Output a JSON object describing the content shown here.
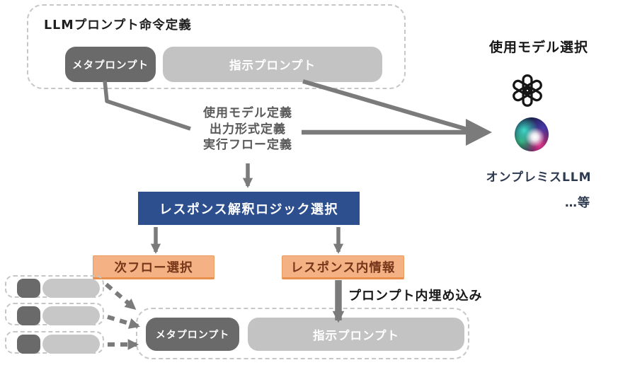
{
  "diagram": {
    "top_group": {
      "title": "LLMプロンプト命令定義",
      "meta_prompt_label": "メタプロンプト",
      "instruction_prompt_label": "指示プロンプト"
    },
    "model_selection": {
      "title": "使用モデル選択",
      "openai_icon": "openai-logo",
      "siri_icon": "siri-logo",
      "on_premise_label": "オンプレミスLLM",
      "etc_label": "…等"
    },
    "definitions": {
      "line1": "使用モデル定義",
      "line2": "出力形式定義",
      "line3": "実行フロー定義"
    },
    "response_logic_label": "レスポンス解釈ロジック選択",
    "next_flow_label": "次フロー選択",
    "response_info_label": "レスポンス内情報",
    "embed_label": "プロンプト内埋め込み",
    "bottom_group": {
      "meta_prompt_label": "メタプロンプト",
      "instruction_prompt_label": "指示プロンプト"
    },
    "colors": {
      "dark_box": "#6a6a6a",
      "light_box": "#c3c3c3",
      "blue_box": "#2e4f8e",
      "orange_box": "#f4b183",
      "orange_text": "#76361a",
      "navy_text": "#2d3a50",
      "arrow": "#7b7b7b"
    }
  }
}
